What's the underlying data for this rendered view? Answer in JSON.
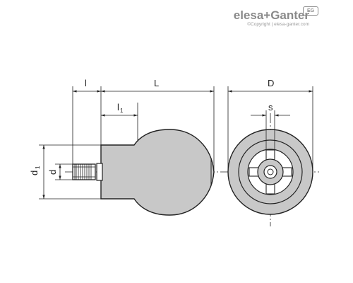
{
  "brand": {
    "name": "elesa+Ganter",
    "sub": "©Copyright | elesa-ganter.com",
    "mark": "EG"
  },
  "dimensions": {
    "l": "l",
    "L": "L",
    "D": "D",
    "l1": "l",
    "l1_sub": "1",
    "s": "s",
    "d1": "d",
    "d1_sub": "1",
    "d": "d"
  },
  "colors": {
    "ink": "#222222",
    "logo": "#8a8a8a"
  }
}
